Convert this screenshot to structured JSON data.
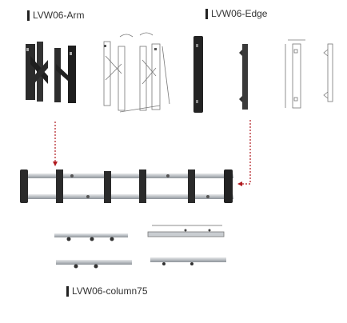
{
  "labels": {
    "arm": "LVW06-Arm",
    "edge": "LVW06-Edge",
    "column": "LVW06-column75"
  },
  "colors": {
    "arrow": "#b0191e",
    "metal_dark": "#2a2a2a",
    "metal_light": "#c8ccd0",
    "line": "#888888"
  }
}
